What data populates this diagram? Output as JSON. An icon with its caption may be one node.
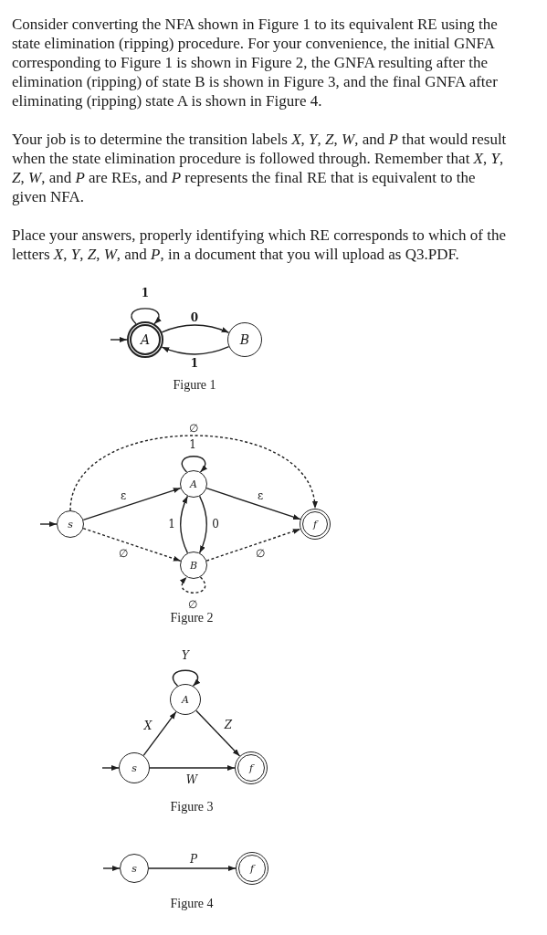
{
  "diagram": {
    "nodes": [
      {
        "text": [
          "A"
        ]
      },
      {
        "text": [
          "B"
        ]
      },
      {
        "text": [
          "A"
        ]
      },
      {
        "text": [
          "s"
        ]
      },
      {
        "text": [
          "f"
        ]
      },
      {
        "text": [
          "B"
        ]
      },
      {
        "text": [
          "A"
        ]
      },
      {
        "text": [
          "s"
        ]
      },
      {
        "text": [
          "f"
        ]
      },
      {
        "text": [
          "s"
        ]
      },
      {
        "text": [
          "f"
        ]
      }
    ],
    "edges": [
      {
        "from": null,
        "to": 0,
        "arrow": "to"
      },
      {
        "from": 0,
        "to": 0,
        "arrow": "to",
        "label": "1"
      },
      {
        "from": 0,
        "to": 1,
        "arrow": "to",
        "label": "0"
      },
      {
        "from": 1,
        "to": 0,
        "arrow": "to",
        "label": "1"
      },
      {
        "from": null,
        "to": 3,
        "arrow": "to"
      },
      {
        "from": 3,
        "to": 4,
        "arrow": "to",
        "label": "∅",
        "style": "dashed"
      },
      {
        "from": 2,
        "to": 2,
        "arrow": "to",
        "label": "1"
      },
      {
        "from": 3,
        "to": 2,
        "arrow": "to",
        "label": "ε"
      },
      {
        "from": 2,
        "to": 4,
        "arrow": "to",
        "label": "ε"
      },
      {
        "from": 5,
        "to": 2,
        "arrow": "to",
        "label": "1"
      },
      {
        "from": 2,
        "to": 5,
        "arrow": "to",
        "label": "0"
      },
      {
        "from": 3,
        "to": 5,
        "arrow": "to",
        "label": "∅",
        "style": "dashed"
      },
      {
        "from": 5,
        "to": 4,
        "arrow": "to",
        "label": "∅",
        "style": "dashed"
      },
      {
        "from": 5,
        "to": 5,
        "arrow": "to",
        "label": "∅",
        "style": "dashed"
      },
      {
        "from": null,
        "to": 7,
        "arrow": "to"
      },
      {
        "from": 6,
        "to": 6,
        "arrow": "to",
        "label": "Y"
      },
      {
        "from": 7,
        "to": 6,
        "arrow": "to",
        "label": "X"
      },
      {
        "from": 6,
        "to": 8,
        "arrow": "to",
        "label": "Z"
      },
      {
        "from": 7,
        "to": 8,
        "arrow": "to",
        "label": "W"
      },
      {
        "from": null,
        "to": 9,
        "arrow": "to"
      },
      {
        "from": 9,
        "to": 10,
        "arrow": "to",
        "label": "P"
      }
    ],
    "labels": [
      "Consider converting the NFA shown in Figure 1 to its equivalent RE using the state elimination (ripping) procedure. For your convenience, the initial GNFA corresponding to Figure 1 is shown in Figure 2, the GNFA resulting after the elimination (ripping) of state B is shown in Figure 3, and the final GNFA after eliminating (ripping) state A is shown in Figure 4.",
      "Your job is to determine the transition labels *X*, *Y*, *Z*, *W*, and *P* that would result when the state elimination procedure is followed through. Remember that *X*, *Y*, *Z*, *W*, and *P* are REs, and *P* represents the final RE that is equivalent to the given NFA.",
      "Place your answers, properly identifying which RE corresponds to which of the letters *X*, *Y*, *Z*, *W*, and *P*, in a document that you will upload as Q3.PDF.",
      "Figure 1",
      "Figure 2",
      "Figure 3",
      "Figure 4"
    ]
  }
}
